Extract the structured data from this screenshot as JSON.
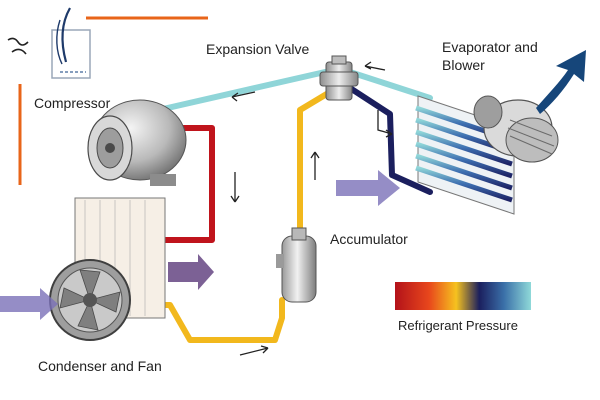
{
  "labels": {
    "expansion_valve": "Expansion Valve",
    "evaporator_line1": "Evaporator and",
    "evaporator_line2": "Blower",
    "compressor": "Compressor",
    "accumulator": "Accumulator",
    "condenser": "Condenser and Fan",
    "legend": "Refrigerant Pressure"
  },
  "icons": {
    "logo": "logo-icon",
    "compressor": "compressor-icon",
    "condenser": "condenser-coil-icon",
    "fan": "fan-icon",
    "accumulator": "accumulator-icon",
    "expansion_valve": "expansion-valve-icon",
    "evaporator": "evaporator-coil-icon",
    "blower": "blower-icon"
  },
  "colors": {
    "high_pressure": "#c0141c",
    "mid_pressure": "#f2b81d",
    "low_pressure": "#1b1f5e",
    "lowest_pressure": "#7fd3d6",
    "accent_orange": "#e8651a",
    "airflow_blue": "#16467a",
    "airflow_purple": "#7a70b8"
  }
}
